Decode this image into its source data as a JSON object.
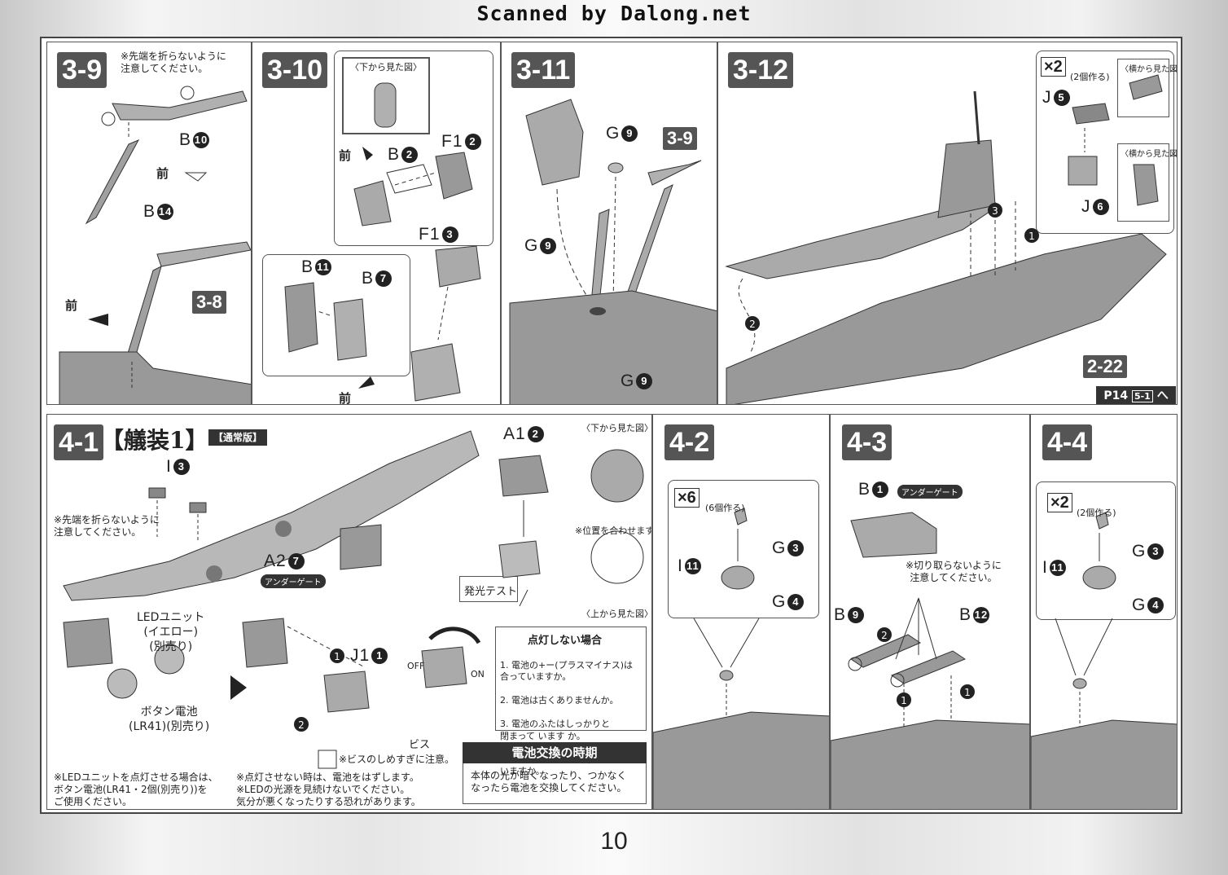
{
  "watermark": "Scanned by Dalong.net",
  "page_number": "10",
  "colors": {
    "step_bg": "#555555",
    "part_fill": "#b0b0b0",
    "line": "#333333"
  },
  "steps": {
    "s3_9": {
      "title": "3-9",
      "note": "※先端を折らないように\n注意してください。",
      "parts": [
        {
          "code": "B",
          "num": "10"
        },
        {
          "code": "B",
          "num": "14"
        }
      ],
      "front": "前",
      "front2": "前",
      "ref": "3-8"
    },
    "s3_10": {
      "title": "3-10",
      "view_bottom": "〈下から見た図〉",
      "front": "前",
      "front2": "前",
      "parts": [
        {
          "code": "B",
          "num": "2"
        },
        {
          "code": "F1",
          "num": "2"
        },
        {
          "code": "F1",
          "num": "3"
        },
        {
          "code": "B",
          "num": "11"
        },
        {
          "code": "B",
          "num": "7"
        }
      ]
    },
    "s3_11": {
      "title": "3-11",
      "parts": [
        {
          "code": "G",
          "num": "9"
        },
        {
          "code": "G",
          "num": "9"
        },
        {
          "code": "G",
          "num": "9"
        }
      ],
      "ref": "3-9"
    },
    "s3_12": {
      "title": "3-12",
      "mult": "×2",
      "mult_note": "(2個作る)",
      "view_side": "〈横から見た図〉",
      "view_side2": "〈横から見た図〉",
      "parts": [
        {
          "code": "J",
          "num": "5"
        },
        {
          "code": "J",
          "num": "6"
        }
      ],
      "ref": "2-22",
      "page_ref": "P14",
      "page_ref_step": "5-1",
      "page_ref_arrow": "へ"
    },
    "s4_1": {
      "title": "4-1",
      "heading": "【艤装1】",
      "edition": "【通常版】",
      "note": "※先端を折らないように\n注意してください。",
      "parts": [
        {
          "code": "I",
          "num": "3"
        },
        {
          "code": "A2",
          "num": "7"
        },
        {
          "code": "A1",
          "num": "2"
        },
        {
          "code": "J1",
          "num": "1"
        }
      ],
      "under_gate": "アンダーゲート",
      "view_bottom": "〈下から見た図〉",
      "view_top": "〈上から見た図〉",
      "align_note": "※位置を合わせます。",
      "led_unit": "LEDユニット\n(イエロー)\n(別売り)",
      "battery": "ボタン電池\n(LR41)(別売り)",
      "led_note": "※LEDユニットを点灯させる場合は、\n  ボタン電池(LR41・2個(別売り))を\n  ご使用ください。",
      "light_test": "発光テスト",
      "off": "OFF",
      "on": "ON",
      "screw": "ビス",
      "screw_note": "※ビスのしめすぎに注意。",
      "off_note": "※点灯させない時は、電池をはずします。\n※LEDの光源を見続けないでください。\n   気分が悪くなったりする恐れがあります。",
      "no_light_title": "点灯しない場合",
      "no_light_items": [
        "1. 電池の+ー(プラスマイナス)は\n    合っていますか。",
        "2. 電池は古くありませんか。",
        "3. 電池のふたはしっかりと\n    閉まって います か。",
        "4. ビスはしっかりと締まって\n    いますか。"
      ],
      "battery_change_title": "電池交換の時期",
      "battery_change_text": "本体の光が暗くなったり、つかなく\nなったら電池を交換してください。"
    },
    "s4_2": {
      "title": "4-2",
      "mult": "×6",
      "mult_note": "(6個作る)",
      "parts": [
        {
          "code": "G",
          "num": "3"
        },
        {
          "code": "I",
          "num": "11"
        },
        {
          "code": "G",
          "num": "4"
        }
      ]
    },
    "s4_3": {
      "title": "4-3",
      "parts": [
        {
          "code": "B",
          "num": "1"
        },
        {
          "code": "B",
          "num": "9"
        },
        {
          "code": "B",
          "num": "12"
        }
      ],
      "under_gate": "アンダーゲート",
      "note": "※切り取らないように\n注意してください。"
    },
    "s4_4": {
      "title": "4-4",
      "mult": "×2",
      "mult_note": "(2個作る)",
      "parts": [
        {
          "code": "G",
          "num": "3"
        },
        {
          "code": "I",
          "num": "11"
        },
        {
          "code": "G",
          "num": "4"
        }
      ]
    }
  }
}
